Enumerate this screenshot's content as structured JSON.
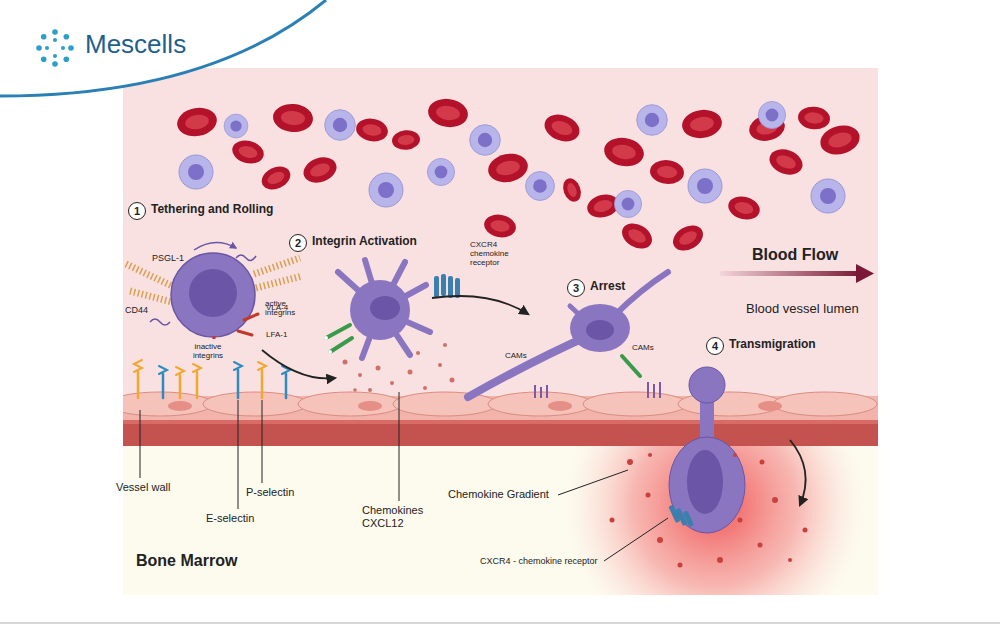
{
  "diagram": {
    "labels": [
      "Mescells",
      "1",
      "Tethering and Rolling",
      "PSGL-1",
      "CD44",
      "VLA-4",
      "LFA-1",
      "inactive integrins",
      "2",
      "Integrin Activation",
      "CXCR4 chemokine receptor",
      "active integrins",
      "3",
      "Arrest",
      "CAMs",
      "CAMs",
      "4",
      "Transmigration",
      "Blood Flow",
      "Blood vessel lumen",
      "Vessel wall",
      "E-selectin",
      "P-selectin",
      "Chemokines CXCL12",
      "Chemokine Gradient",
      "CXCR4 - chemokine receptor",
      "Bone Marrow"
    ]
  }
}
